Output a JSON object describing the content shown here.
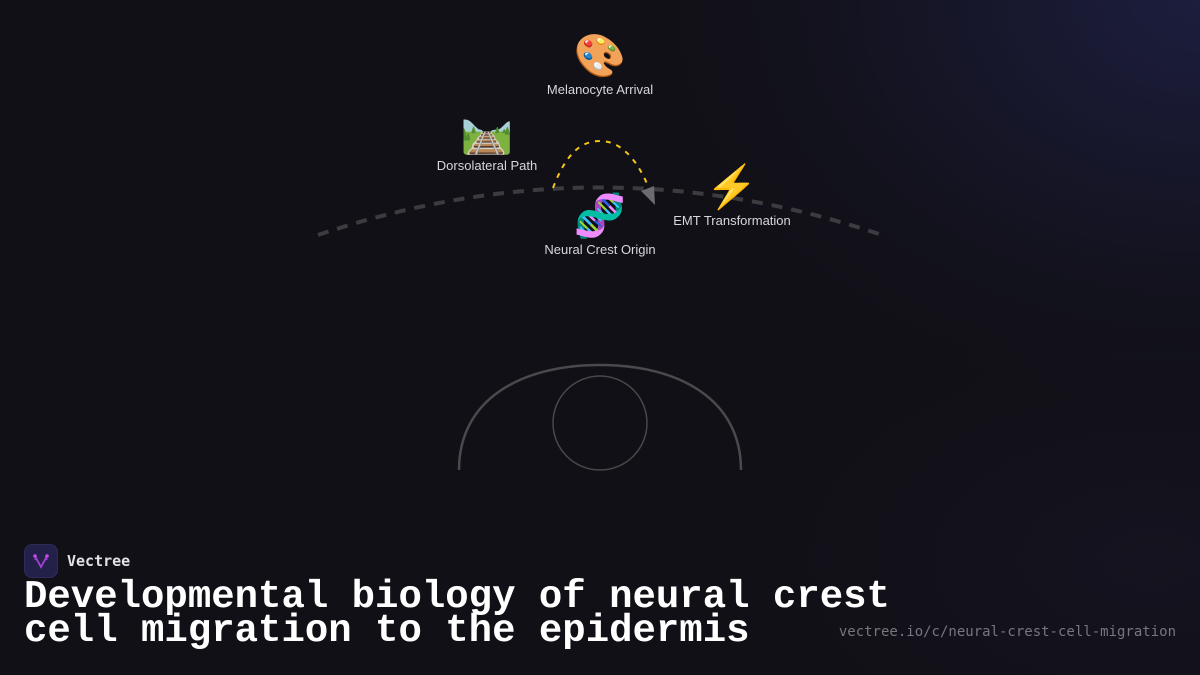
{
  "diagram": {
    "nodes": [
      {
        "id": "melanocyte",
        "icon": "🎨",
        "icon_name": "palette-icon",
        "label": "Melanocyte Arrival"
      },
      {
        "id": "dorsolateral",
        "icon": "🛤️",
        "icon_name": "railway-track-icon",
        "label": "Dorsolateral Path"
      },
      {
        "id": "emt",
        "icon": "⚡",
        "icon_name": "lightning-icon",
        "label": "EMT Transformation"
      },
      {
        "id": "origin",
        "icon": "🧬",
        "icon_name": "dna-icon",
        "label": "Neural Crest Origin"
      }
    ],
    "colors": {
      "background": "#111016",
      "orbit_dash": "#3a3a3e",
      "flow_arrow": "#f5c518",
      "arrowhead": "#6b6b70",
      "outline": "#4a4a4e"
    }
  },
  "footer": {
    "brand": "Vectree",
    "title_line1": "Developmental biology of neural crest",
    "title_line2": "cell migration to the epidermis",
    "url": "vectree.io/c/neural-crest-cell-migration"
  }
}
